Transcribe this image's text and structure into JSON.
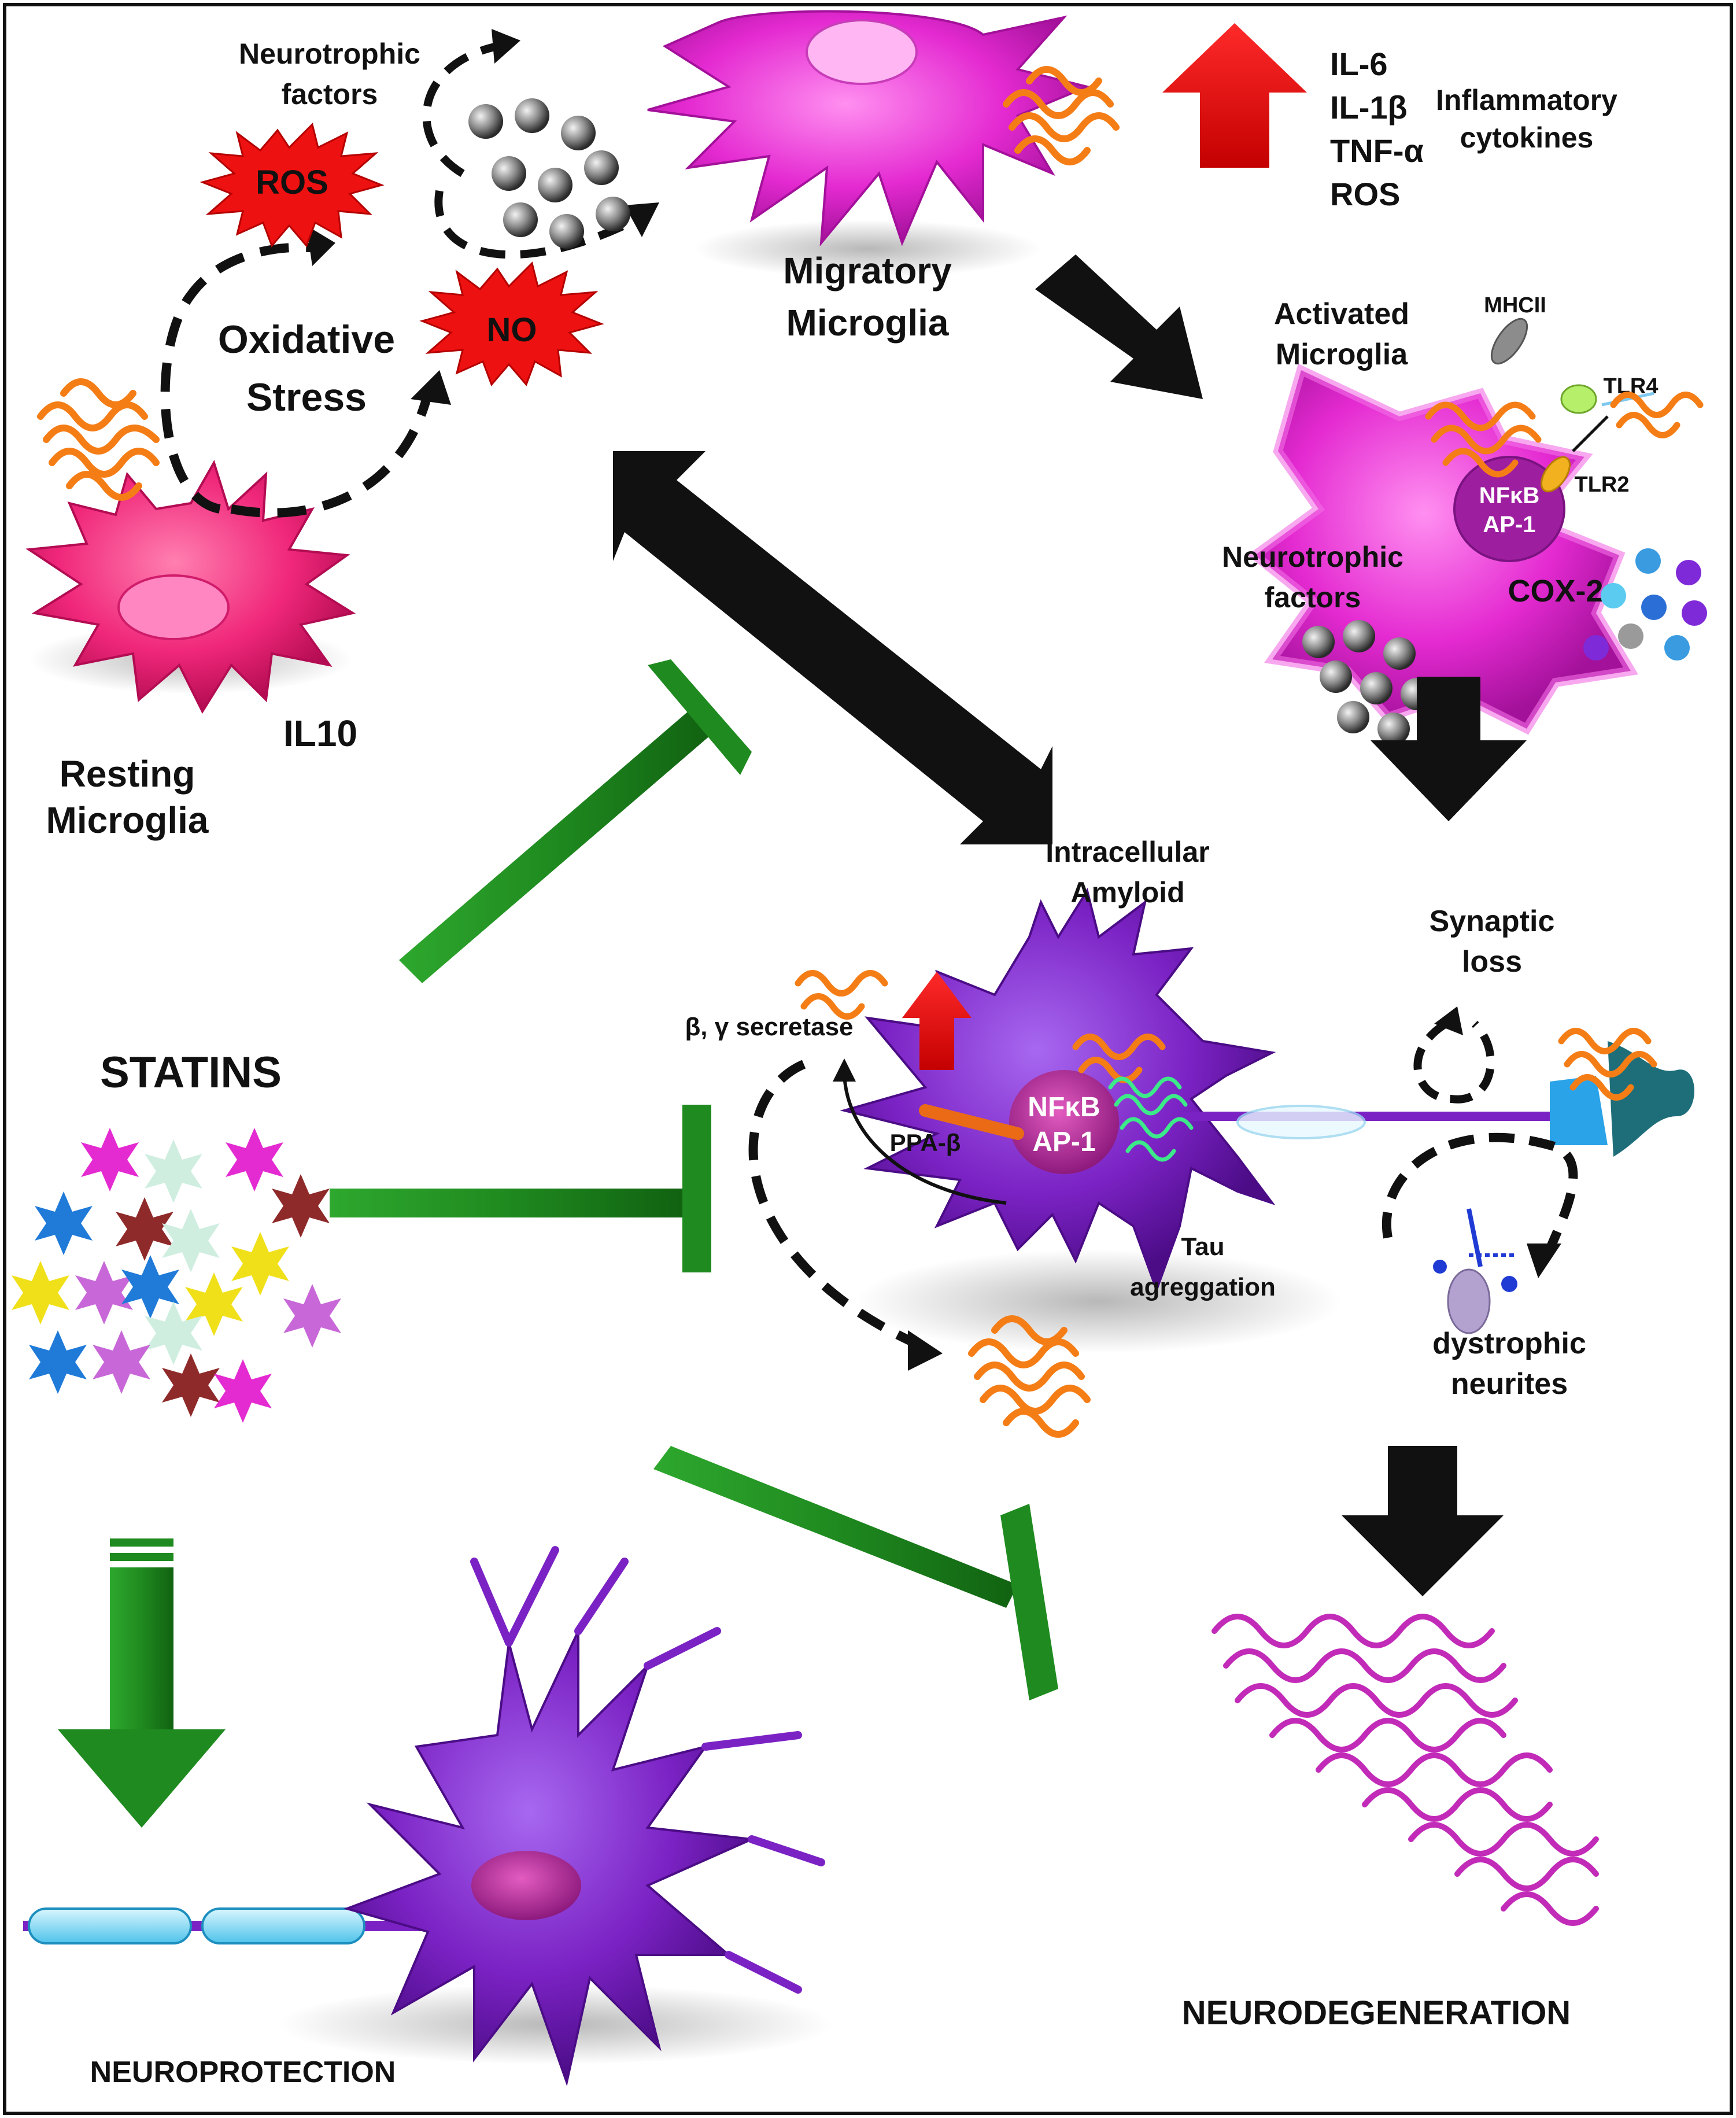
{
  "labels": {
    "neurotrophic_top_1": "Neurotrophic",
    "neurotrophic_top_2": "factors",
    "ros_star": "ROS",
    "no_star": "NO",
    "oxidative_1": "Oxidative",
    "oxidative_2": "Stress",
    "migratory_1": "Migratory",
    "migratory_2": "Microglia",
    "cytokine_list": [
      "IL-6",
      "IL-1β",
      "TNF-α",
      "ROS"
    ],
    "inflammatory_1": "Inflammatory",
    "inflammatory_2": "cytokines",
    "activated_1": "Activated",
    "activated_2": "Microglia",
    "mhcii": "MHCII",
    "tlr4": "TLR4",
    "tlr2": "TLR2",
    "nfkb_act": "NFκB",
    "ap1_act": "AP-1",
    "neurotrophic_act_1": "Neurotrophic",
    "neurotrophic_act_2": "factors",
    "cox2": "COX-2",
    "il10": "IL10",
    "resting_1": "Resting",
    "resting_2": "Microglia",
    "intracellular_1": "Intracellular",
    "intracellular_2": "Amyloid",
    "synaptic_1": "Synaptic",
    "synaptic_2": "loss",
    "secretase": "β, γ secretase",
    "nfkb_neu": "NFκB",
    "ap1_neu": "AP-1",
    "ppa": "PPA-β",
    "tau_1": "Tau",
    "tau_2": "agreggation",
    "dystrophic_1": "dystrophic",
    "dystrophic_2": "neurites",
    "statins": "STATINS",
    "neurodegeneration": "NEURODEGENERATION",
    "neuroprotection": "NEUROPROTECTION"
  },
  "colors": {
    "microglia_magenta": "#e42ad1",
    "resting_pink": "#f0277a",
    "neuron_purple": "#7b22c4",
    "amyloid_orange": "#f57d16",
    "inhibit_green": "#1f8a1f",
    "alarm_red": "#ee1111",
    "arrow_black": "#111111"
  }
}
